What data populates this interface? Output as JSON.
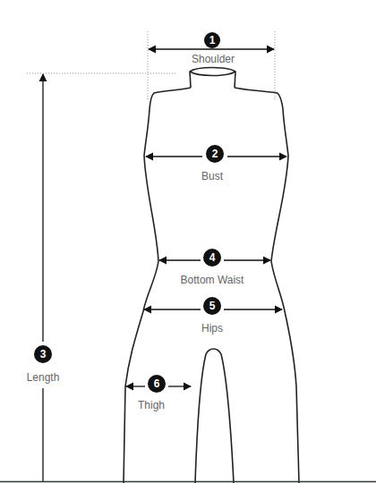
{
  "diagram": {
    "labels": [
      "1",
      "Shoulder",
      "2",
      "Bust",
      "3",
      "Length",
      "4",
      "Bottom Waist",
      "5",
      "Hips",
      "6",
      "Thigh"
    ]
  }
}
